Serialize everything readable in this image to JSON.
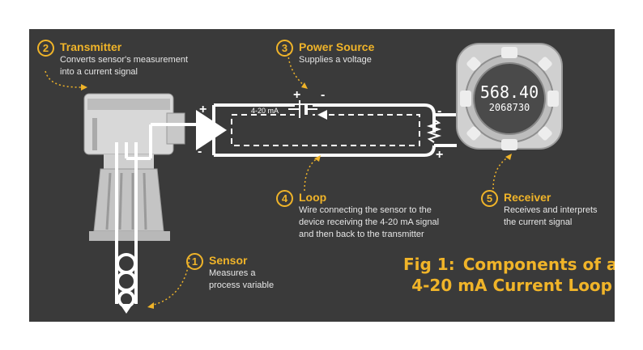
{
  "callouts": [
    {
      "num": "1",
      "title": "Sensor",
      "lines": [
        "Measures a",
        "process variable"
      ]
    },
    {
      "num": "2",
      "title": "Transmitter",
      "lines": [
        "Converts sensor's measurement",
        "into a current signal"
      ]
    },
    {
      "num": "3",
      "title": "Power Source",
      "lines": [
        "Supplies a voltage"
      ]
    },
    {
      "num": "4",
      "title": "Loop",
      "lines": [
        "Wire connecting the sensor to the",
        "device receiving the 4-20 mA signal",
        "and then back to the transmitter"
      ]
    },
    {
      "num": "5",
      "title": "Receiver",
      "lines": [
        "Receives and interprets",
        "the current signal"
      ]
    }
  ],
  "loop_current_label": "4-20 mA",
  "terminal_signs": {
    "plus": "+",
    "minus": "-"
  },
  "receiver_display": {
    "main": "568.40",
    "sub": "2068730"
  },
  "figure_caption": {
    "label": "Fig 1:",
    "line1": "Components of a",
    "line2": "4-20 mA Current Loop"
  },
  "colors": {
    "background": "#3a3a3a",
    "accent": "#f0b429",
    "line": "#ffffff"
  }
}
